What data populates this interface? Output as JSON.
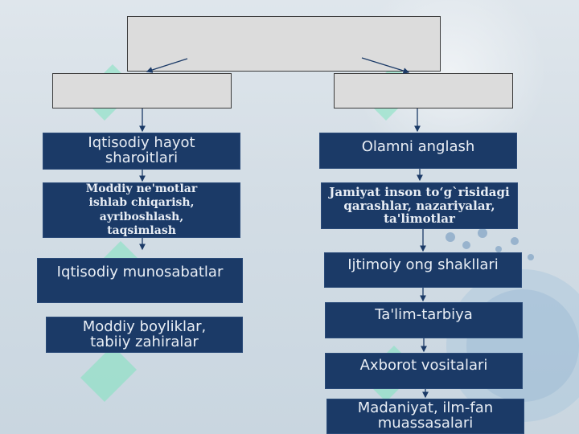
{
  "left_column": [
    "Iqtisodiy hayot sharoitlari",
    "Moddiy ne'motlar ishlab chiqarish, ayriboshlash, taqsimlash",
    "Iqtisodiy munosabatlar",
    "Moddiy boyliklar, tabiiy zahiralar"
  ],
  "right_column": [
    "Olamni anglash",
    "Jamiyat inson to‘g`risidagi qarashlar, nazariyalar, ta'limotlar",
    "Ijtimoiy ong shakllari",
    "Ta'lim-tarbiya",
    "Axborot vositalari",
    "Madaniyat, ilm-fan muassasalari"
  ],
  "colors": {
    "box_fill": "#1b3a67",
    "box_text": "#e9eef5",
    "top_boxes": "#dcdcdc",
    "watermark": "#7fe3c0"
  }
}
